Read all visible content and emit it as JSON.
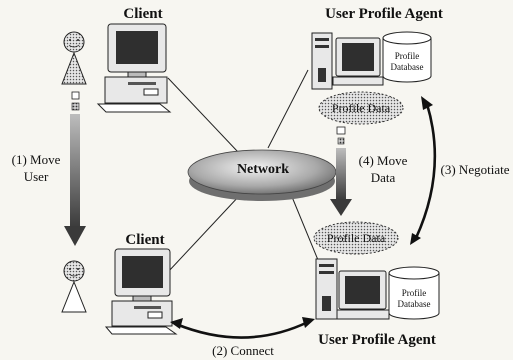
{
  "labels": {
    "client_top": "Client",
    "client_bottom": "Client",
    "agent_top": "User Profile Agent",
    "agent_bottom": "User Profile Agent",
    "database_top": [
      "Profile",
      "Database"
    ],
    "database_bottom": [
      "Profile",
      "Database"
    ],
    "profile_data_top": "Profile Data",
    "profile_data_bottom": "Profile Data",
    "network": "Network",
    "step1": [
      "(1) Move",
      "User"
    ],
    "step2": "(2) Connect",
    "step3": "(3) Negotiate",
    "step4": [
      "(4) Move",
      "Data"
    ]
  }
}
